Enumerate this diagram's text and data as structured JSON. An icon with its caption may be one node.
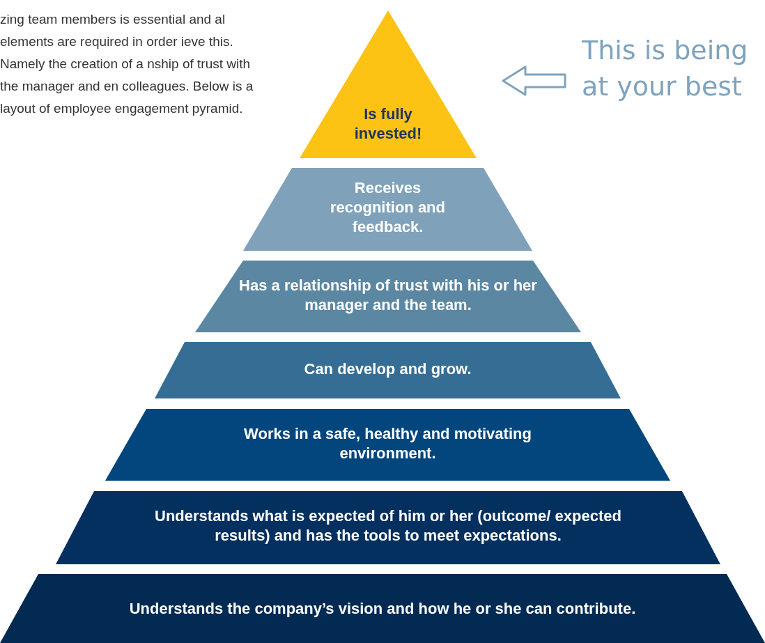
{
  "diagram": {
    "nodes": [
      {
        "text": [
          "Is fully invested!"
        ]
      },
      {
        "text": [
          "Receives recognition and feedback."
        ]
      },
      {
        "text": [
          "Has a relationship of trust with his or her manager and the team."
        ]
      },
      {
        "text": [
          "Can develop and grow."
        ]
      },
      {
        "text": [
          "Works in a safe, healthy and motivating environment."
        ]
      },
      {
        "text": [
          "Understands what is expected of him or her (outcome/ expected results) and has the tools to meet expectations."
        ]
      },
      {
        "text": [
          "Understands the company’s vision and how he or she can contribute."
        ]
      },
      {
        "text": [
          "This is being at your best"
        ]
      }
    ],
    "edges": [
      {
        "from": 7,
        "to": 0,
        "arrow": "to"
      }
    ],
    "labels": [
      "zing team members is essential and al elements are required in order ieve this. Namely the creation of a nship of trust with the manager and en colleagues. Below is a layout of employee engagement pyramid."
    ]
  }
}
